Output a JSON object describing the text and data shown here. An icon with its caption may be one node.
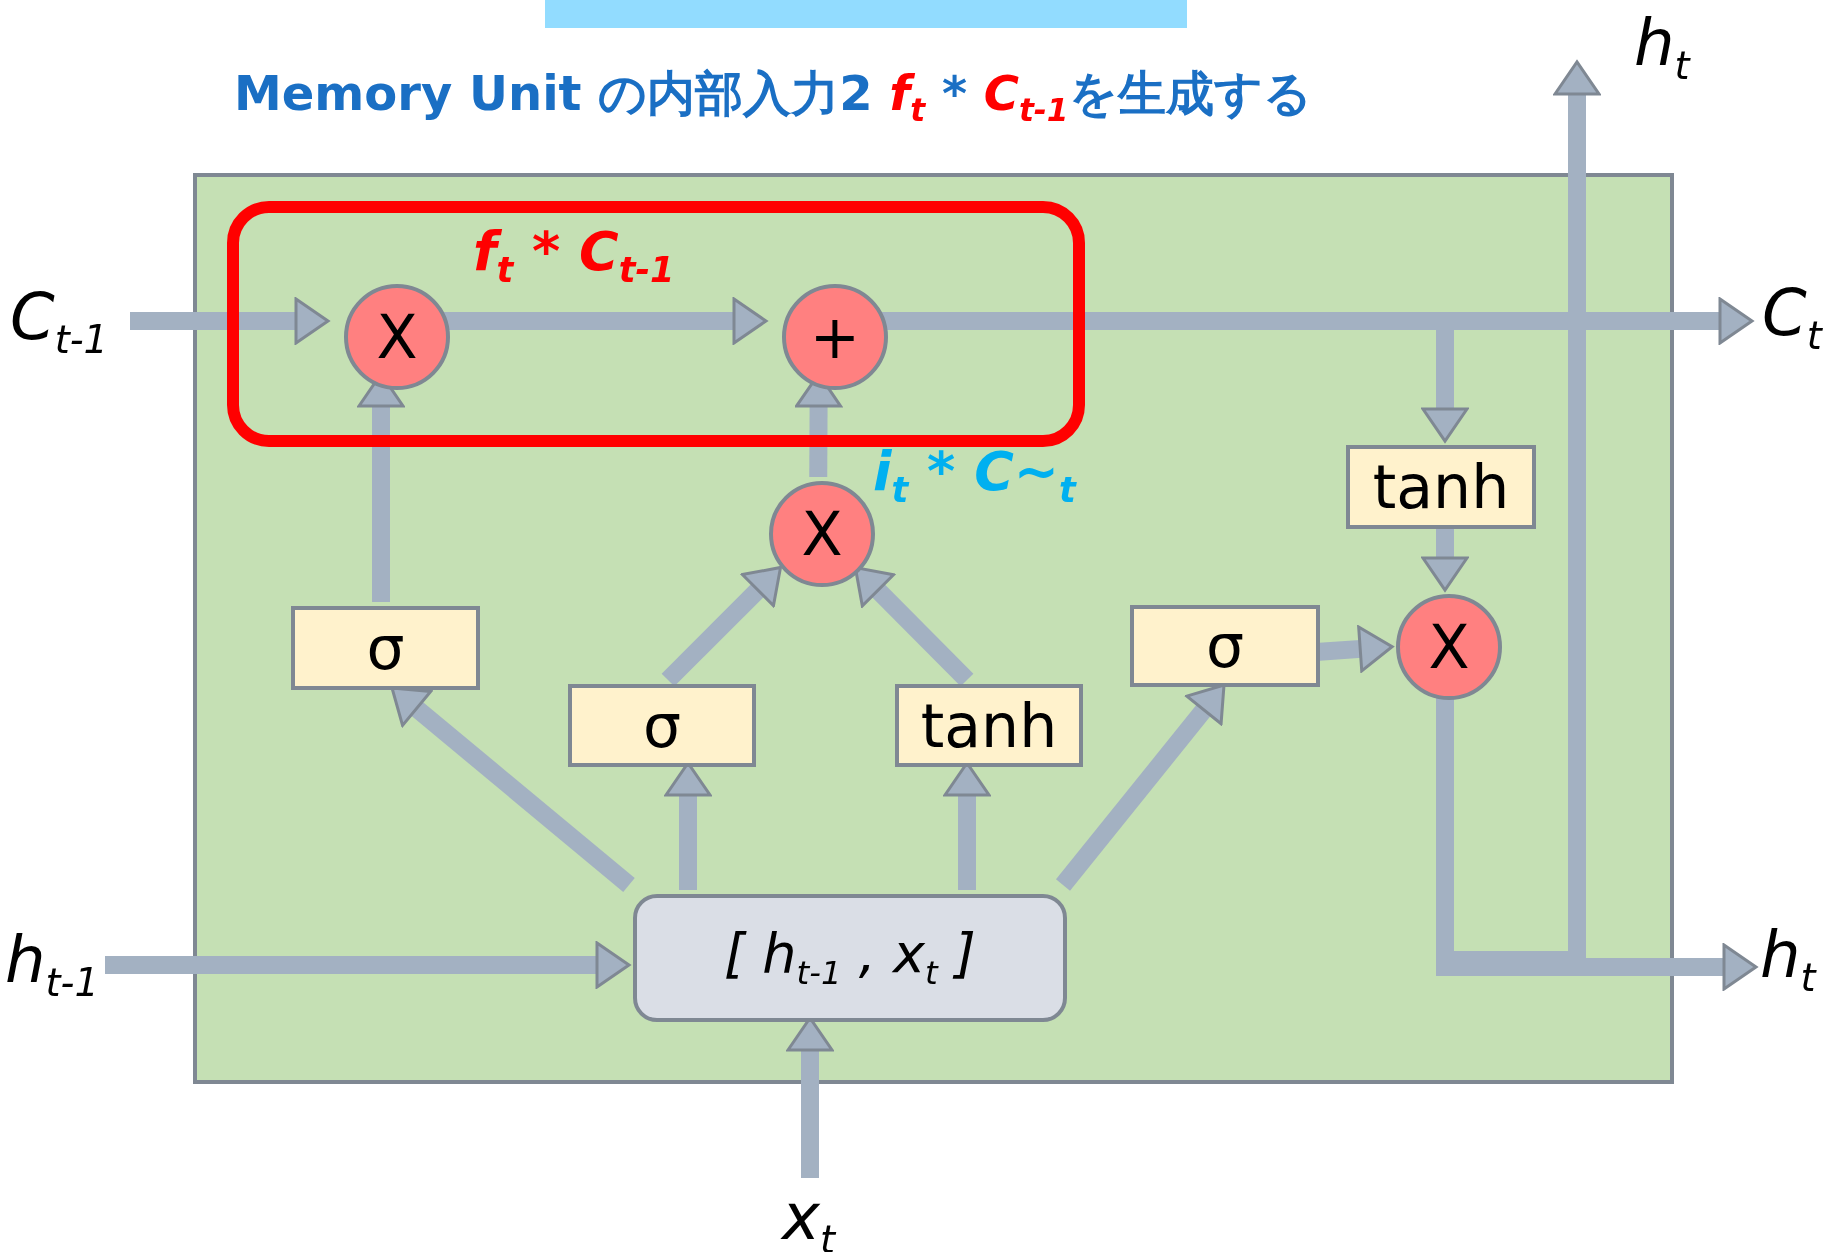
{
  "diagram": {
    "title": "Memory Unit の内部入力2 **f**$_{t}$ * **C**$_{t-1}$を生成する",
    "nodes": [
      {
        "text": [],
        "shape": "box"
      },
      {
        "text": [],
        "shape": "box",
        "in": 0
      },
      {
        "text": [
          "C$_{t-1}$"
        ]
      },
      {
        "text": [
          "X"
        ],
        "in": 1
      },
      {
        "text": [
          "+"
        ],
        "in": 1
      },
      {
        "text": [
          "C$_{t}$"
        ]
      },
      {
        "text": [
          "h$_{t}$"
        ]
      },
      {
        "text": [
          "X"
        ],
        "in": 0
      },
      {
        "text": [
          "tanh"
        ],
        "in": 0
      },
      {
        "text": [
          "σ"
        ],
        "in": 0
      },
      {
        "text": [
          "σ"
        ],
        "in": 0
      },
      {
        "text": [
          "X"
        ],
        "in": 0
      },
      {
        "text": [
          "σ"
        ],
        "in": 0
      },
      {
        "text": [
          "tanh"
        ],
        "in": 0
      },
      {
        "text": [
          "[ h$_{t-1}$ , x$_{t}$ ]"
        ],
        "in": 0
      },
      {
        "text": [
          "h$_{t-1}$"
        ]
      },
      {
        "text": [
          "h$_{t}$"
        ]
      },
      {
        "text": [
          "x$_{t}$"
        ]
      }
    ],
    "edges": [
      {
        "from": 2,
        "to": 3,
        "arrow": "to"
      },
      {
        "from": 3,
        "to": 4,
        "arrow": "to"
      },
      {
        "from": 4,
        "to": 5,
        "arrow": "to"
      },
      {
        "from": 4,
        "to": 8,
        "arrow": "to"
      },
      {
        "from": 8,
        "to": 11,
        "arrow": "to"
      },
      {
        "from": 10,
        "to": 11,
        "arrow": "to"
      },
      {
        "from": 11,
        "to": 16,
        "arrow": "to"
      },
      {
        "from": 11,
        "to": 6,
        "arrow": "to"
      },
      {
        "from": 9,
        "to": 3,
        "arrow": "to"
      },
      {
        "from": 12,
        "to": 7,
        "arrow": "to"
      },
      {
        "from": 13,
        "to": 7,
        "arrow": "to"
      },
      {
        "from": 7,
        "to": 4,
        "arrow": "to"
      },
      {
        "from": 14,
        "to": 9,
        "arrow": "to"
      },
      {
        "from": 14,
        "to": 12,
        "arrow": "to"
      },
      {
        "from": 14,
        "to": 13,
        "arrow": "to"
      },
      {
        "from": 14,
        "to": 10,
        "arrow": "to"
      },
      {
        "from": 15,
        "to": 14,
        "arrow": "to"
      },
      {
        "from": 17,
        "to": 14,
        "arrow": "to"
      }
    ],
    "labels": [
      "f$_{t}$ * C$_{t-1}$",
      "i$_{t}$ * C~$_{t}$"
    ]
  }
}
